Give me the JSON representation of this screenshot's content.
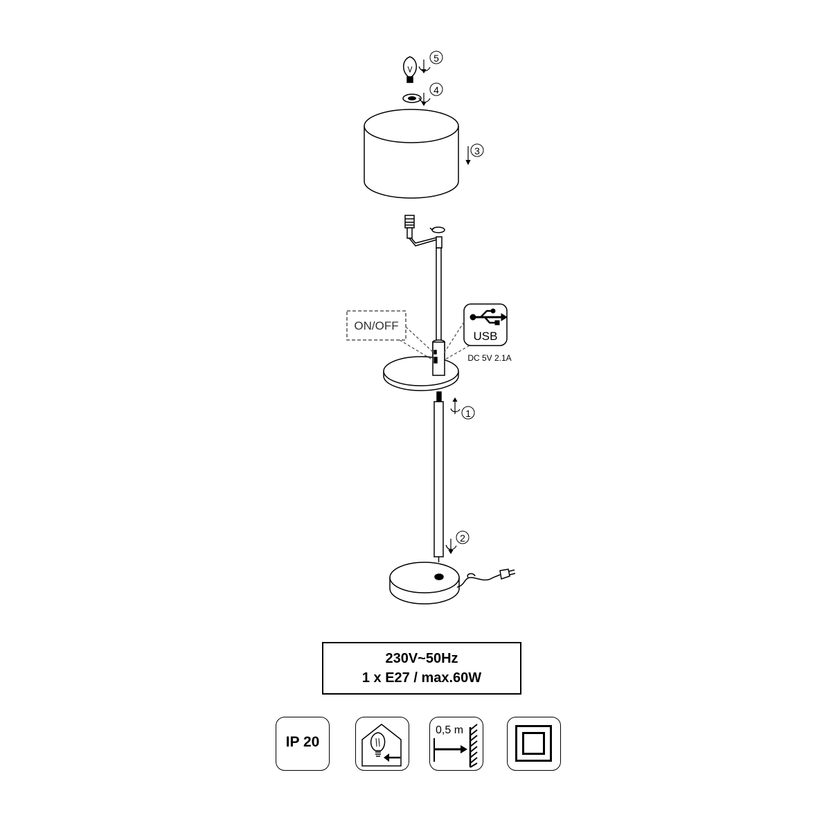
{
  "steps": {
    "one": "1",
    "two": "2",
    "three": "3",
    "four": "4",
    "five": "5"
  },
  "switch": {
    "label": "ON/OFF"
  },
  "usb": {
    "label": "USB",
    "spec": "DC 5V 2.1A"
  },
  "specs": {
    "voltage": "230V~50Hz",
    "bulb": "1 x E27 / max.60W"
  },
  "symbols": {
    "ip_rating": "IP 20",
    "distance_label": "0,5 m",
    "icons": [
      "ip-rating-icon",
      "indoor-use-icon",
      "min-distance-icon",
      "class-2-double-insulation-icon"
    ]
  },
  "colors": {
    "line": "#000000",
    "background": "#ffffff",
    "dashed": "#555555"
  }
}
